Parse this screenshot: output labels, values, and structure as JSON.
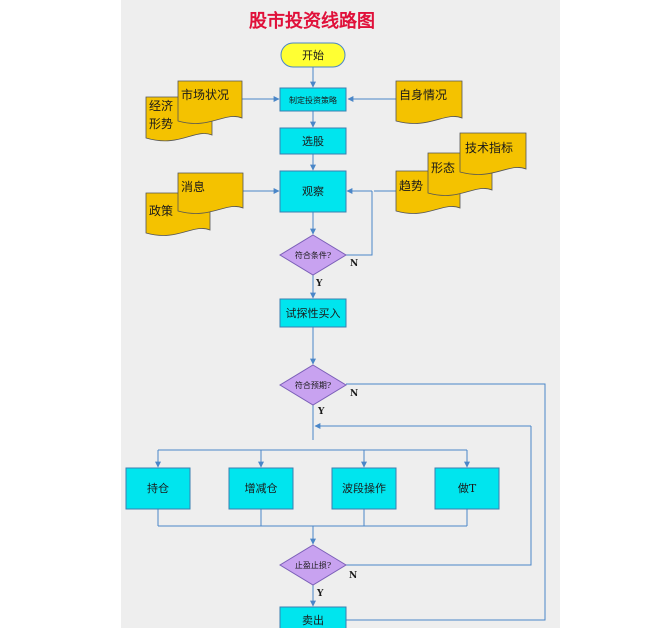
{
  "title": "股市投资线路图",
  "nodes": {
    "start": "开始",
    "strategy": "制定投资策略",
    "select": "选股",
    "observe": "观察",
    "cond1": "符合条件?",
    "trial_buy": "试探性买入",
    "cond2": "符合预期?",
    "hold": "持仓",
    "adjust": "增减仓",
    "band": "波段操作",
    "do_t": "做T",
    "cond3": "止盈止损?",
    "sell": "卖出"
  },
  "docs": {
    "market_status": "市场状况",
    "economy_1": "经济",
    "economy_2": "形势",
    "self_status": "自身情况",
    "news": "消息",
    "policy": "政策",
    "tech_index": "技术指标",
    "pattern": "形态",
    "trend": "趋势"
  },
  "labels": {
    "y1": "Y",
    "n1": "N",
    "y2": "Y",
    "n2": "N",
    "y3": "Y",
    "n3": "N"
  },
  "colors": {
    "box": "#00e5ee",
    "doc": "#f4c200",
    "diamond": "#c8a2f0",
    "start": "#ffff33",
    "line": "#4a86c8",
    "title": "#e0103a"
  }
}
